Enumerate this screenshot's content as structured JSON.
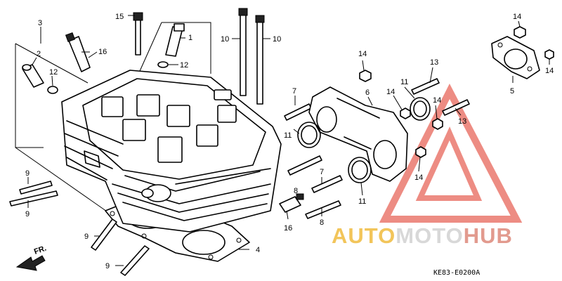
{
  "diagram": {
    "part_labels": {
      "l1": "1",
      "l2": "2",
      "l3": "3",
      "l4": "4",
      "l5": "5",
      "l6": "6",
      "l7a": "7",
      "l7b": "7",
      "l8a": "8",
      "l8b": "8",
      "l9a": "9",
      "l9b": "9",
      "l9c": "9",
      "l9d": "9",
      "l10a": "10",
      "l10b": "10",
      "l11a": "11",
      "l11b": "11",
      "l11c": "11",
      "l12a": "12",
      "l12b": "12",
      "l13a": "13",
      "l13b": "13",
      "l14a": "14",
      "l14b": "14",
      "l14c": "14",
      "l14d": "14",
      "l14e": "14",
      "l14f": "14",
      "l15": "15",
      "l16a": "16",
      "l16b": "16"
    },
    "front_marker": "FR.",
    "drawing_code": "KE83-E0200A"
  },
  "watermark": {
    "part1": "AUTO",
    "part2": "MOTO",
    "part3": "HUB",
    "colors": {
      "part1": "#f2c55a",
      "part2": "#d8d8d8",
      "part3": "#e29a8e",
      "triangle": "#e8665a"
    }
  }
}
